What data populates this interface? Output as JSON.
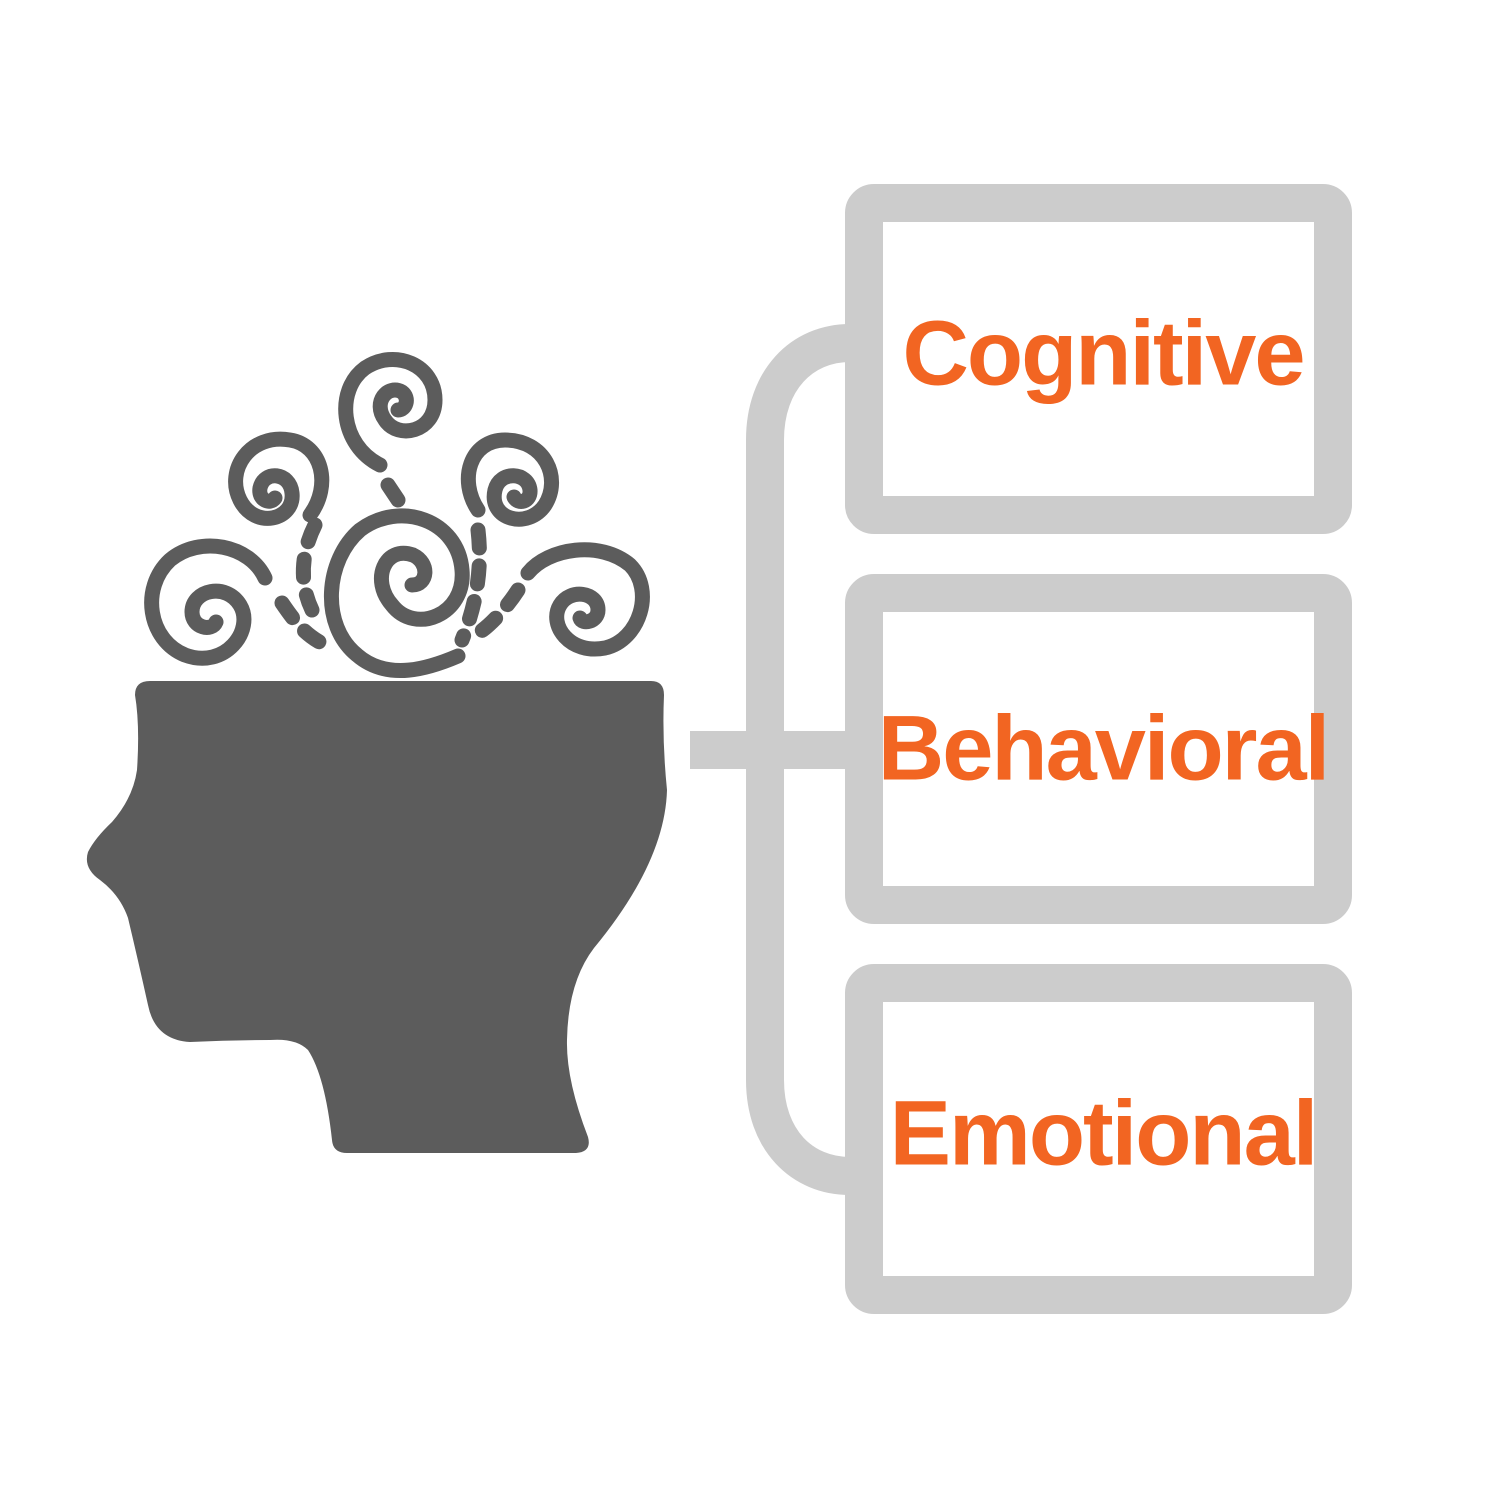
{
  "diagram": {
    "items": [
      {
        "label": "Cognitive"
      },
      {
        "label": "Behavioral"
      },
      {
        "label": "Emotional"
      }
    ]
  },
  "colors": {
    "head": "#5c5c5c",
    "connector": "#cccccc",
    "label": "#f26522",
    "background": "#ffffff"
  },
  "icons": {
    "head": "head-silhouette-icon",
    "thoughts": "swirl-icon"
  }
}
